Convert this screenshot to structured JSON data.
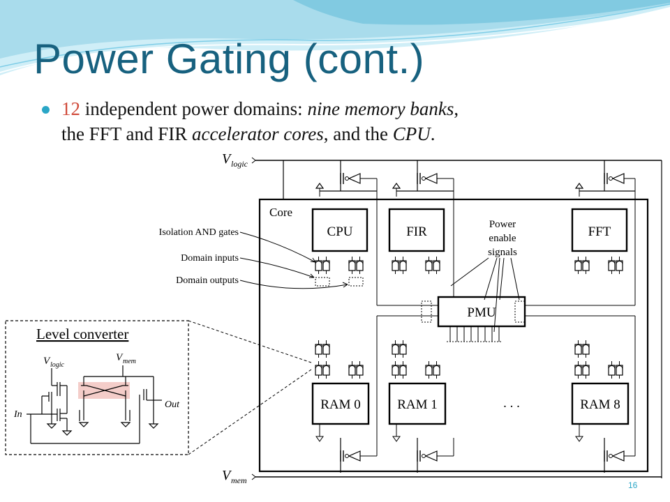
{
  "title": "Power Gating (cont.)",
  "bullet": {
    "count": "12",
    "part1": " independent power domains: ",
    "em1": "nine memory banks",
    "part2": ",",
    "line2_a": "the FFT and FIR ",
    "em2": "accelerator cores",
    "part3": ", and the ",
    "em3": "CPU",
    "part4": "."
  },
  "diagram": {
    "vlogic": "V",
    "vlogic_sub": "logic",
    "vmem": "V",
    "vmem_sub": "mem",
    "core_label": "Core",
    "blocks": {
      "cpu": "CPU",
      "fir": "FIR",
      "fft": "FFT",
      "pmu": "PMU",
      "ram0": "RAM 0",
      "ram1": "RAM 1",
      "ram8": "RAM 8",
      "ellipsis": ". . ."
    },
    "callouts": {
      "isolation": "Isolation AND gates",
      "domain_inputs": "Domain inputs",
      "domain_outputs": "Domain outputs",
      "power_enable": [
        "Power",
        "enable",
        "signals"
      ]
    },
    "level_converter": {
      "title": "Level converter",
      "vlogic": "V",
      "vlogic_sub": "logic",
      "vmem": "V",
      "vmem_sub": "mem",
      "in": "In",
      "out": "Out"
    }
  },
  "page_number": "16",
  "colors": {
    "title": "#17617f",
    "bullet_dot": "#2aa6c6",
    "highlight_number": "#d04a3a",
    "wave_light": "#a9dcec",
    "wave_dark": "#4fb3d4"
  }
}
